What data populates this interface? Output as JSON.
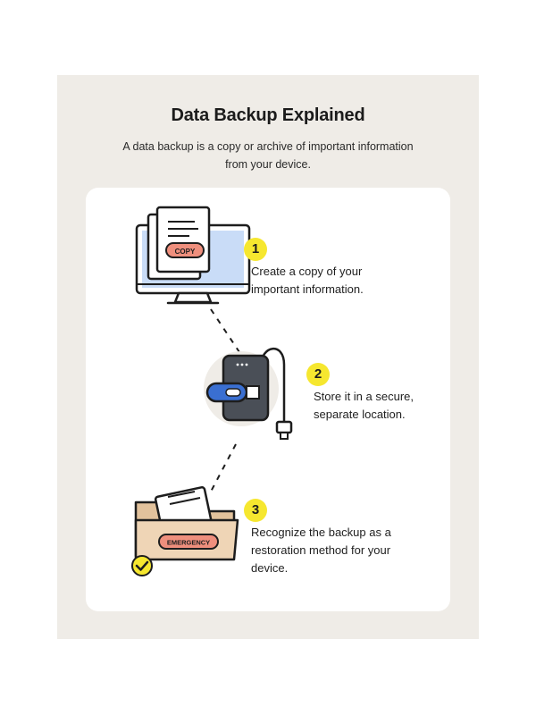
{
  "title": "Data Backup Explained",
  "subtitle": "A data backup is a copy or archive of important information from your device.",
  "steps": [
    {
      "number": "1",
      "text": "Create a copy of your important information.",
      "tag": "COPY"
    },
    {
      "number": "2",
      "text": "Store it in a secure, separate location."
    },
    {
      "number": "3",
      "text": "Recognize the backup as a restoration method for your device.",
      "tag": "EMERGENCY"
    }
  ],
  "colors": {
    "background": "#efece7",
    "card": "#ffffff",
    "accent_yellow": "#f6e72f",
    "screen_blue": "#c9dcf7",
    "tag_red": "#ef8f7d",
    "drive_gray": "#4a4f57",
    "usb_blue": "#3a6fd1",
    "folder_tan": "#efd5b6"
  },
  "icons": [
    "computer-monitor-icon",
    "document-icon",
    "external-drive-icon",
    "usb-stick-icon",
    "folder-icon",
    "checkmark-badge-icon"
  ]
}
